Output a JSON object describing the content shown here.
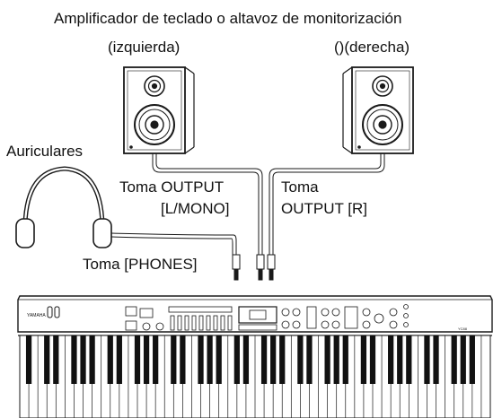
{
  "labels": {
    "title": "Amplificador de teclado o altavoz de monitorización",
    "left_speaker": "(izquierda)",
    "right_speaker": "()(derecha)",
    "headphones": "Auriculares",
    "output_l_line1": "Toma OUTPUT",
    "output_l_line2": "[L/MONO]",
    "output_r_line1": "Toma",
    "output_r_line2": "OUTPUT [R]",
    "phones_jack": "Toma [PHONES]"
  },
  "keyboard": {
    "brand": "YAMAHA",
    "model": "YC88"
  },
  "colors": {
    "line": "#1a1a1a",
    "speaker_face": "#ffffff",
    "key_black": "#111111"
  }
}
